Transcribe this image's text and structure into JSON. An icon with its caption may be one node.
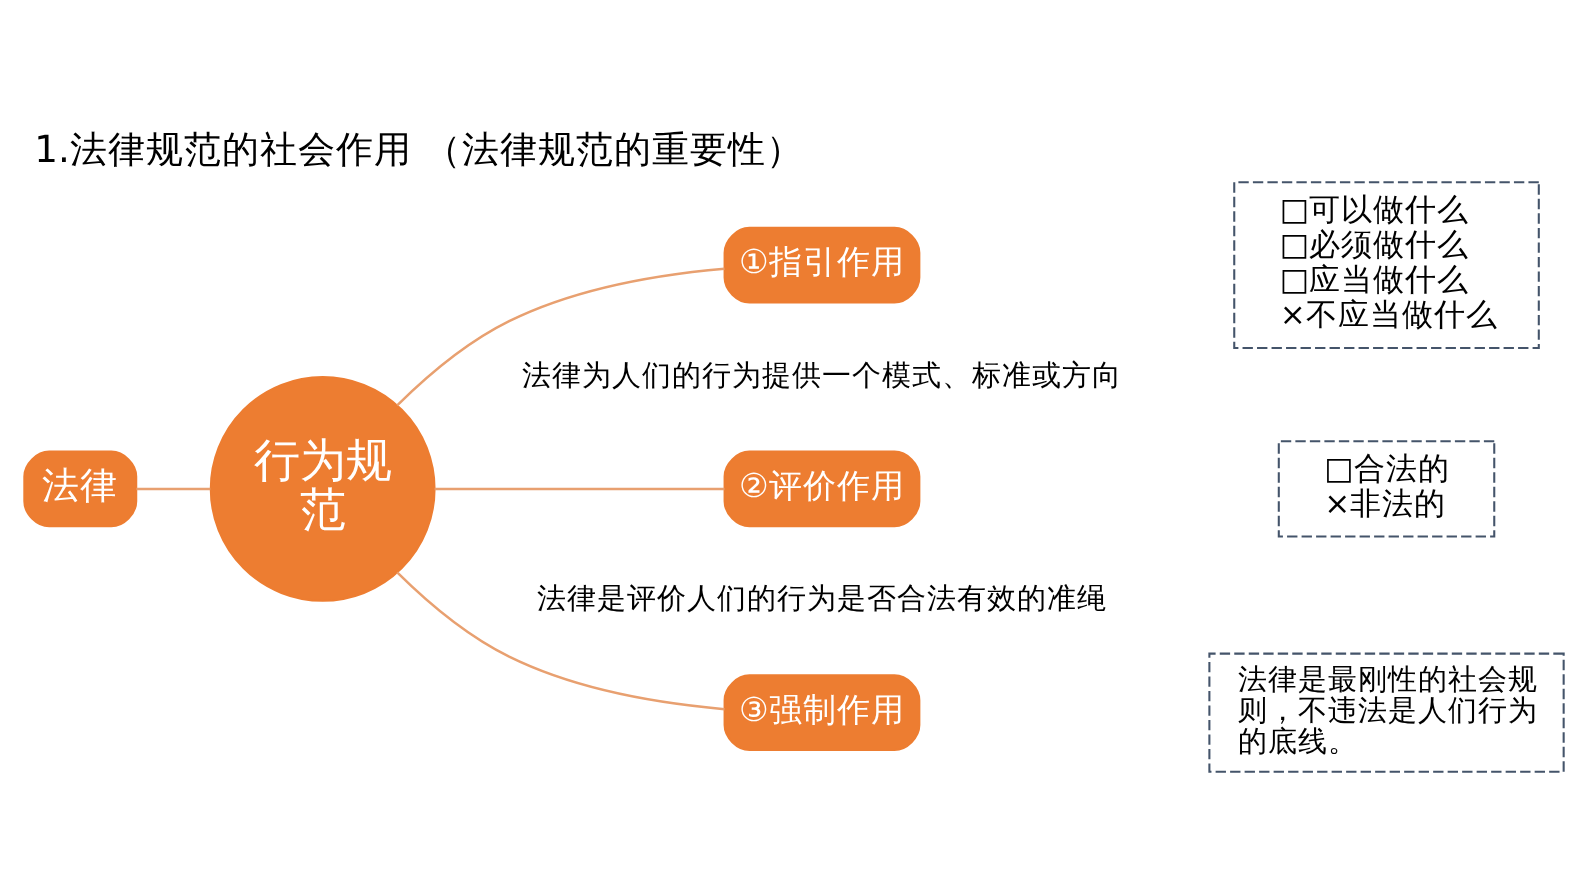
{
  "diagram": {
    "title": "1.法律规范的社会作用 （法律规范的重要性）",
    "nodes": [
      {
        "text": [
          "法律"
        ]
      },
      {
        "text": [
          "行为规范"
        ]
      },
      {
        "text": [
          "①指引作用"
        ]
      },
      {
        "text": [
          "②评价作用"
        ]
      },
      {
        "text": [
          "③强制作用"
        ]
      },
      {
        "text": [
          "□可以做什么",
          "□必须做什么",
          "□应当做什么",
          "×不应当做什么"
        ]
      },
      {
        "text": [
          "□合法的",
          "×非法的"
        ]
      },
      {
        "text": [
          "法律是最刚性的社会规则，不违法是人们行为的底线。"
        ]
      }
    ],
    "edges": [
      {
        "from": 0,
        "to": 1,
        "arrow": "none"
      },
      {
        "from": 1,
        "to": 2,
        "arrow": "none"
      },
      {
        "from": 1,
        "to": 3,
        "arrow": "none"
      },
      {
        "from": 1,
        "to": 4,
        "arrow": "none"
      }
    ],
    "labels": [
      "法律为人们的行为提供一个模式、标准或方向",
      "法律是评价人们的行为是否合法有效的准绳"
    ]
  }
}
